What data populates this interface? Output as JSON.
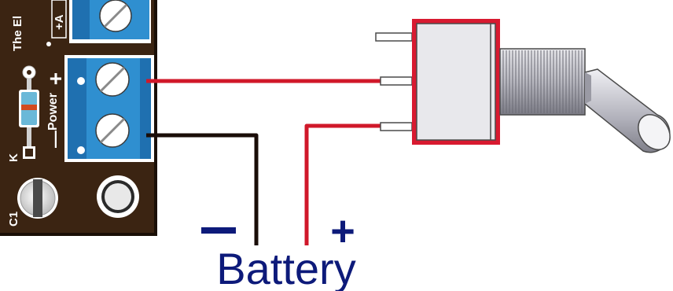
{
  "pcb": {
    "silkscreen_top": "The El",
    "plus_a_label": "+A",
    "power_label": "Power",
    "power_plus": "+",
    "power_minus": "—",
    "k_label": "K",
    "c1_label": "C1",
    "board_color": "#3b2412",
    "terminal_color": "#2f8fd0"
  },
  "battery": {
    "label": "Battery",
    "minus_symbol": "—",
    "plus_symbol": "+",
    "label_color": "#0d1a7a"
  },
  "wires": {
    "positive_color": "#d0182a",
    "negative_color": "#1a0d08"
  },
  "switch": {
    "body_color": "#e8e8ec",
    "accent_color": "#d81a30"
  }
}
